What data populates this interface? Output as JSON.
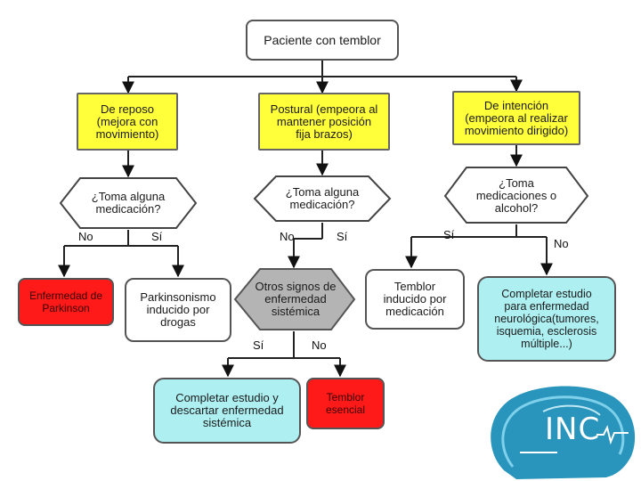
{
  "nodes": {
    "root": "Paciente con temblor",
    "reposo": "De reposo\n(mejora con\nmovimiento)",
    "postural": "Postural (empeora al\nmantener posición\nfija brazos)",
    "intencion": "De intención\n(empeora al realizar\nmovimiento dirigido)",
    "q_med_1": "¿Toma alguna\nmedicación?",
    "q_med_2": "¿Toma alguna\nmedicación?",
    "q_med_3": "¿Toma\nmedicaciones o\nalcohol?",
    "parkinson": "Enfermedad de\nParkinson",
    "parkinsonismo": "Parkinsonismo\ninducido por\ndrogas",
    "otros_signos": "Otros signos de\nenfermedad\nsistémica",
    "temblor_medicacion": "Temblor\ninducido por\nmedicación",
    "estudio_neuro": "Completar estudio\npara enfermedad\nneurológica(tumores,\nisquemia, esclerosis\nmúltiple...)",
    "estudio_sistemico": "Completar estudio y\ndescartar enfermedad\nsistémica",
    "temblor_esencial": "Temblor\nesencial"
  },
  "labels": {
    "q1_no": "No",
    "q1_si": "Sí",
    "q2_no": "No",
    "q2_si": "Sí",
    "q3_si": "Sí",
    "q3_no": "No",
    "os_si": "Sí",
    "os_no": "No"
  },
  "logo": {
    "text": "INC"
  },
  "colors": {
    "yellow": "#ffff3a",
    "red": "#ff1a1a",
    "cyan": "#aef0f2",
    "gray": "#b4b4b4",
    "logo_blue": "#1e8fb8"
  }
}
